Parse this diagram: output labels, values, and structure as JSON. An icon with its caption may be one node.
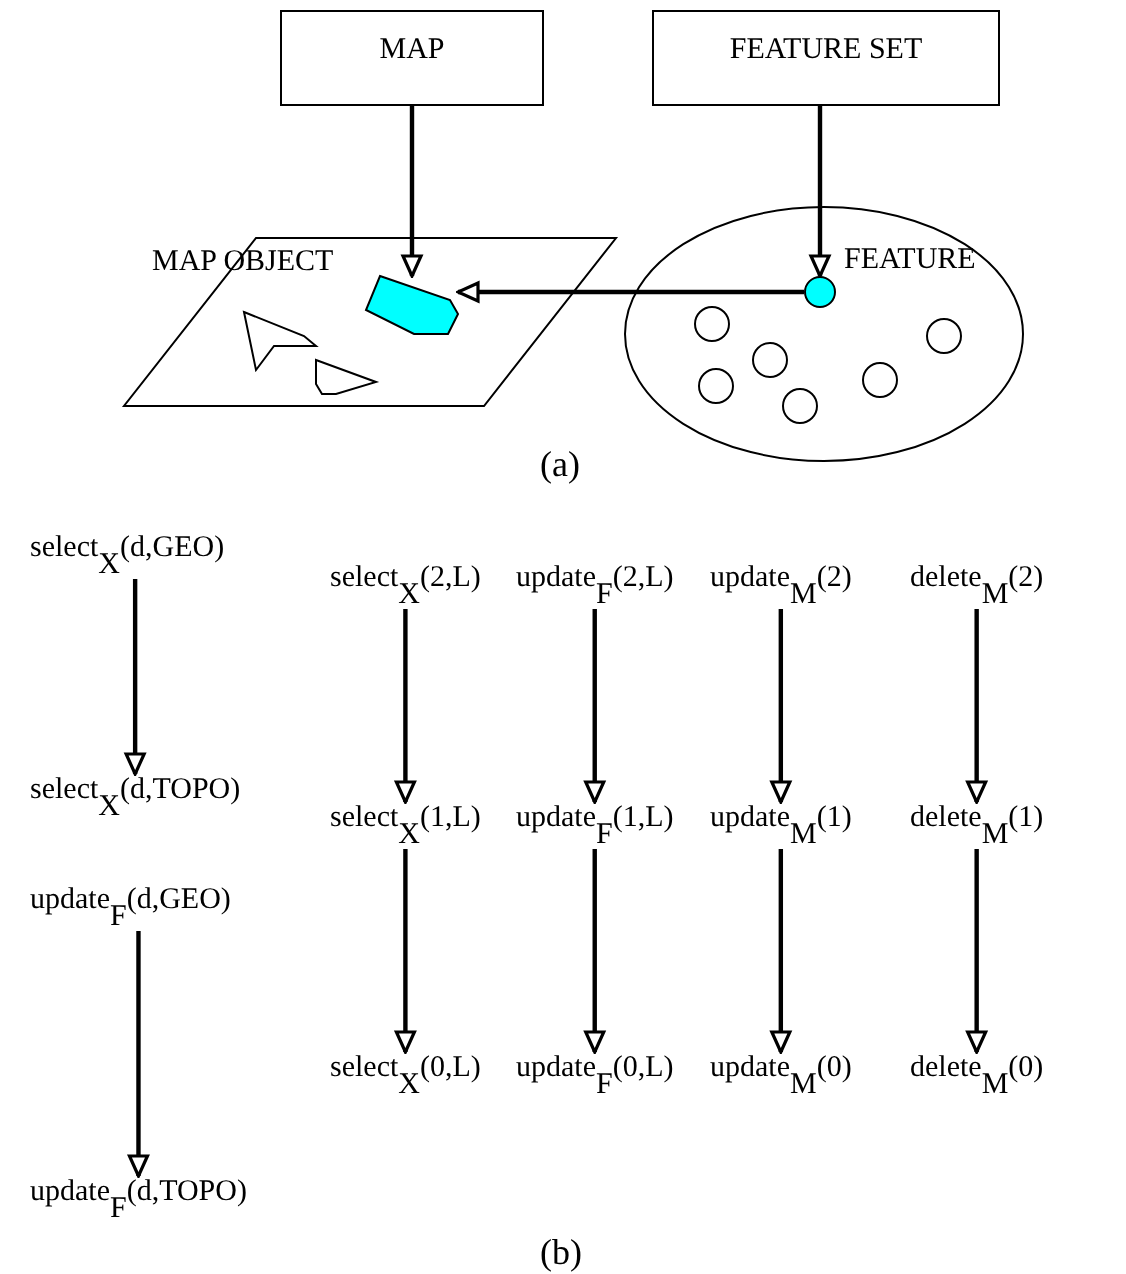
{
  "diagram": {
    "nodes": [
      {
        "text": [
          "MAP"
        ]
      },
      {
        "text": [
          "FEATURE SET"
        ]
      },
      {
        "text": [
          "MAP OBJECT"
        ]
      },
      {
        "text": [],
        "shape": "polygon",
        "in": 2
      },
      {
        "text": [],
        "shape": "polygon",
        "in": 2
      },
      {
        "text": [],
        "shape": "polygon",
        "in": 2
      },
      {
        "text": [],
        "shape": "ellipse"
      },
      {
        "text": [
          "FEATURE"
        ],
        "in": 6
      },
      {
        "text": [],
        "shape": "circle",
        "in": 6
      },
      {
        "text": [],
        "shape": "circle",
        "in": 6
      },
      {
        "text": [],
        "shape": "circle",
        "in": 6
      },
      {
        "text": [],
        "shape": "circle",
        "in": 6
      },
      {
        "text": [],
        "shape": "circle",
        "in": 6
      },
      {
        "text": [],
        "shape": "circle",
        "in": 6
      },
      {
        "text": [
          "select$_{X}$(d,GEO)"
        ]
      },
      {
        "text": [
          "select$_{X}$(d,TOPO)"
        ]
      },
      {
        "text": [
          "update$_{F}$(d,GEO)"
        ]
      },
      {
        "text": [
          "update$_{F}$(d,TOPO)"
        ]
      },
      {
        "text": [
          "select$_{X}$(2,L)"
        ]
      },
      {
        "text": [
          "update$_{F}$(2,L)"
        ]
      },
      {
        "text": [
          "update$_{M}$(2)"
        ]
      },
      {
        "text": [
          "delete$_{M}$(2)"
        ]
      },
      {
        "text": [
          "select$_{X}$(1,L)"
        ]
      },
      {
        "text": [
          "update$_{F}$(1,L)"
        ]
      },
      {
        "text": [
          "update$_{M}$(1)"
        ]
      },
      {
        "text": [
          "delete$_{M}$(1)"
        ]
      },
      {
        "text": [
          "select$_{X}$(0,L)"
        ]
      },
      {
        "text": [
          "update$_{F}$(0,L)"
        ]
      },
      {
        "text": [
          "update$_{M}$(0)"
        ]
      },
      {
        "text": [
          "delete$_{M}$(0)"
        ]
      }
    ],
    "edges": [
      {
        "from": 0,
        "to": 3,
        "arrow": "to"
      },
      {
        "from": 1,
        "to": 7,
        "arrow": "to"
      },
      {
        "from": 7,
        "to": 3,
        "arrow": "to"
      },
      {
        "from": 14,
        "to": 15,
        "arrow": "to"
      },
      {
        "from": 16,
        "to": 17,
        "arrow": "to"
      },
      {
        "from": 18,
        "to": 22,
        "arrow": "to"
      },
      {
        "from": 19,
        "to": 23,
        "arrow": "to"
      },
      {
        "from": 20,
        "to": 24,
        "arrow": "to"
      },
      {
        "from": 21,
        "to": 25,
        "arrow": "to"
      },
      {
        "from": 22,
        "to": 26,
        "arrow": "to"
      },
      {
        "from": 23,
        "to": 27,
        "arrow": "to"
      },
      {
        "from": 24,
        "to": 28,
        "arrow": "to"
      },
      {
        "from": 25,
        "to": 29,
        "arrow": "to"
      }
    ],
    "labels": [
      "(a)",
      "(b)"
    ]
  }
}
